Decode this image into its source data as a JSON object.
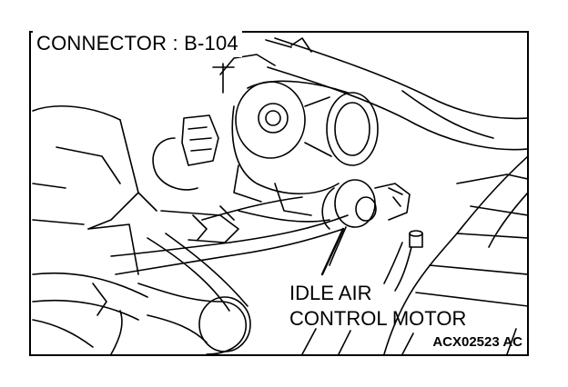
{
  "figure": {
    "connector_label": "CONNECTOR : B-104",
    "callout_lines": [
      "IDLE AIR",
      "CONTROL MOTOR"
    ],
    "figure_code": "ACX02523 AC",
    "stroke_color": "#000000",
    "background_color": "#ffffff"
  }
}
